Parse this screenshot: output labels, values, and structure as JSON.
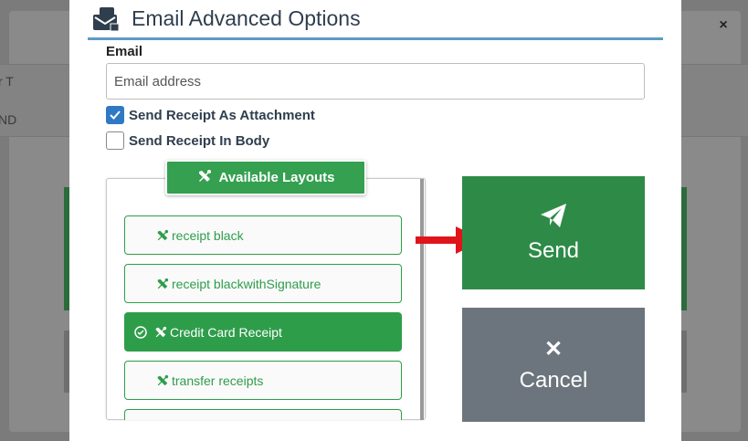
{
  "background": {
    "fragment_1": "r T",
    "fragment_2": "ND",
    "close_glyph": "×"
  },
  "modal": {
    "title": "Email Advanced Options",
    "header_icon": "email-receipt-icon"
  },
  "email": {
    "label": "Email",
    "value": "",
    "placeholder": "Email address"
  },
  "options": [
    {
      "label": "Send Receipt As Attachment",
      "checked": true
    },
    {
      "label": "Send Receipt In Body",
      "checked": false
    }
  ],
  "layouts": {
    "tab_label": "Available Layouts",
    "items": [
      {
        "label": "receipt black",
        "selected": false
      },
      {
        "label": "receipt blackwithSignature",
        "selected": false
      },
      {
        "label": "Credit Card Receipt",
        "selected": true
      },
      {
        "label": "transfer receipts",
        "selected": false
      }
    ]
  },
  "actions": {
    "send_label": "Send",
    "cancel_label": "Cancel",
    "cancel_glyph": "✕"
  },
  "colors": {
    "accent_green": "#2e9d4a",
    "send_green": "#2e8b47",
    "cancel_grey": "#6c757d",
    "arrow_red": "#e0141b",
    "header_rule": "#5b9cc4",
    "checkbox_blue": "#2f79c4"
  }
}
